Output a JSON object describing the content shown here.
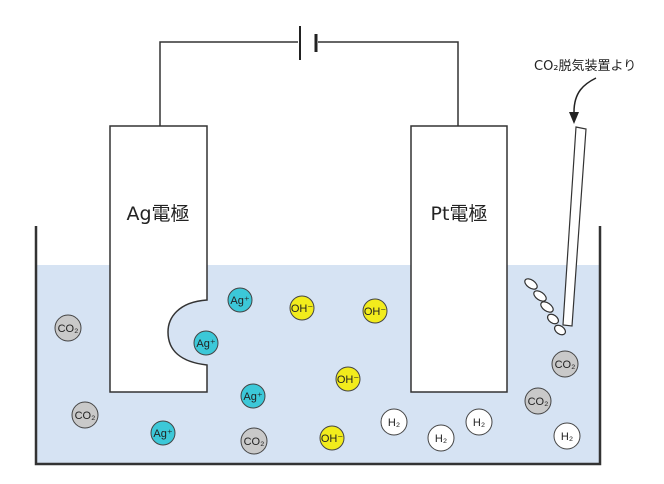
{
  "labels": {
    "ag_electrode": "Ag電極",
    "pt_electrode": "Pt電極",
    "co2_source": "CO₂脱気装置より"
  },
  "ions": {
    "ag": "Ag⁺",
    "oh": "OH⁻",
    "co2": "CO₂",
    "h2": "H₂"
  },
  "colors": {
    "solution": "#d6e3f3",
    "ag_ion": "#3cc8d8",
    "oh_ion": "#f2ec1c",
    "co2": "#c9c9c9",
    "h2": "#ffffff",
    "outline": "#444444"
  }
}
